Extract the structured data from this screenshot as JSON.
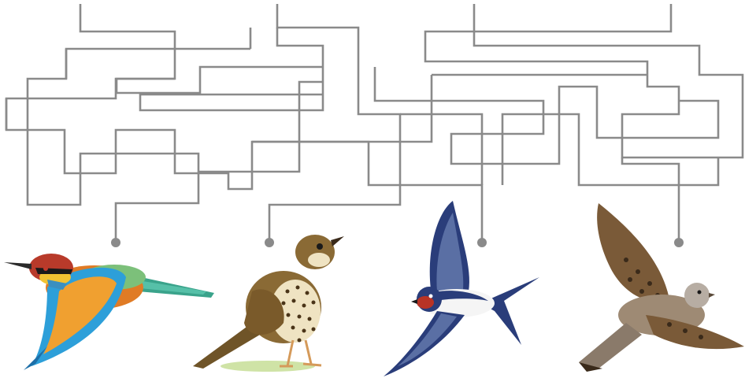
{
  "puzzle": {
    "start_count": 4,
    "bird_count": 4,
    "line_color": "#8a8a8a"
  },
  "birds": [
    {
      "name": "bee-eater",
      "colors": {
        "head": "#b83a2a",
        "throat": "#f1c232",
        "body": "#e07b25",
        "wing": "#2d9fd9",
        "tail": "#3aa38b"
      }
    },
    {
      "name": "song-thrush",
      "colors": {
        "body": "#8a6a35",
        "belly": "#efe3c2",
        "spots": "#4a3418",
        "legs": "#d59a5a",
        "grass": "#cfe3a6"
      }
    },
    {
      "name": "barn-swallow",
      "colors": {
        "back": "#2a3d7a",
        "wing": "#5a6fa4",
        "face": "#b83325",
        "belly": "#f5f5f5"
      }
    },
    {
      "name": "turtle-dove",
      "colors": {
        "wing": "#7a5a38",
        "body": "#9e8a74",
        "spots": "#3a2a1a",
        "head": "#b7ada3"
      }
    }
  ]
}
